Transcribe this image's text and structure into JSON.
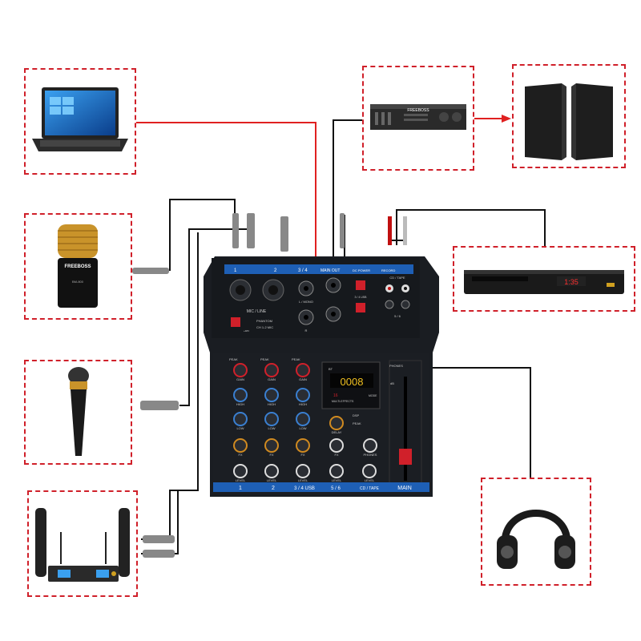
{
  "laptop": {
    "icon": "laptop-icon"
  },
  "microphone_condenser": {
    "brand": "FREEBOSS",
    "model": "BM-800",
    "icon": "condenser-mic-icon"
  },
  "microphone_dynamic": {
    "icon": "dynamic-mic-icon"
  },
  "wireless_system": {
    "icon": "wireless-mic-system-icon"
  },
  "amplifier": {
    "brand": "FREEBOSS",
    "icon": "power-amplifier-icon"
  },
  "speakers": {
    "icon": "speakers-icon"
  },
  "dvd_player": {
    "display": "1:35",
    "icon": "dvd-player-icon"
  },
  "headphones": {
    "icon": "headphones-icon"
  },
  "mixer": {
    "top_labels": {
      "ch1": "1",
      "ch2": "2",
      "ch34": "3 / 4",
      "main_out": "MAIN OUT",
      "dc_power": "DC POWER",
      "phones": "PHONES",
      "record": "RECORD",
      "cd_tape": "CD / TAPE",
      "ch56": "5 / 6"
    },
    "mic_line": "MIC / LINE",
    "l_mono": "L / MONO",
    "r": "R",
    "l": "L",
    "phantom": "PHANTOM",
    "phantom_sub": "CH 1-2 MIC",
    "v48": "+48V",
    "usb": "3 / 4\nUSB",
    "knob_labels": {
      "peak": "PEAK",
      "gain": "GAIN",
      "high": "HIGH",
      "low": "LOW",
      "fx": "FX",
      "level": "LEVEL",
      "delay": "DELAY",
      "phones": "PHONES"
    },
    "display": "0008",
    "bt": "BT",
    "fx_title": "MULTI-EFFECTS",
    "fx_badge": "16",
    "mode": "MODE",
    "dsp_labels": {
      "dsp": "DSP",
      "peak": "PEAK"
    },
    "bottom_labels": {
      "c1": "1",
      "c2": "2",
      "c3": "3 / 4 USB",
      "c4": "5 / 6",
      "c5": "CD / TAPE",
      "c6": "MAIN"
    },
    "db": "dB"
  },
  "colors": {
    "box": "#d0202a",
    "wire_red": "#e02020",
    "wire_black": "#111111",
    "mixer_body": "#1a1d22",
    "mixer_accent": "#1e5fb5"
  }
}
